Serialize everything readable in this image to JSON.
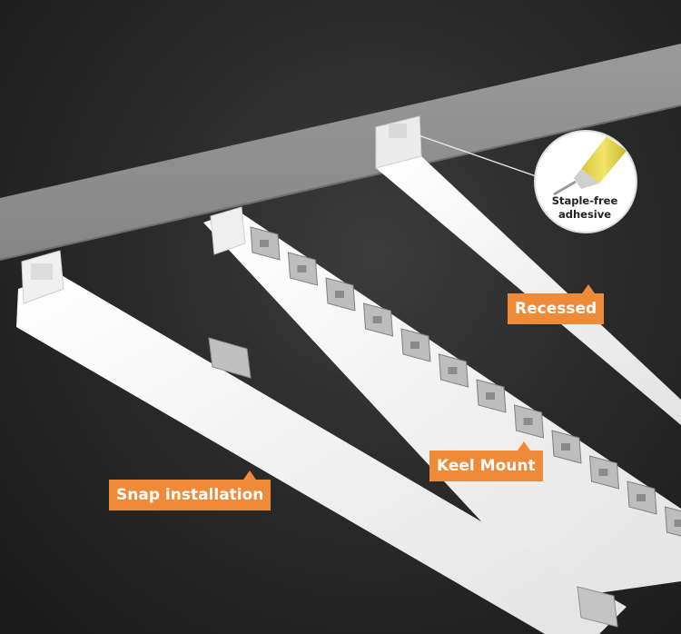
{
  "labels": {
    "recessed": "Recessed",
    "keel_mount": "Keel Mount",
    "snap_installation": "Snap installation",
    "adhesive_line1": "Staple-free",
    "adhesive_line2": "adhesive"
  },
  "colors": {
    "callout_fill": "#ee8a38",
    "ceiling": "#8e8e8e",
    "background": "#2a2a2a",
    "profile": "#f4f4f4",
    "clip": "#bcbcbc",
    "nozzle": "#e6d84a"
  },
  "icons": {
    "adhesive_tube": "adhesive-tube-icon"
  }
}
